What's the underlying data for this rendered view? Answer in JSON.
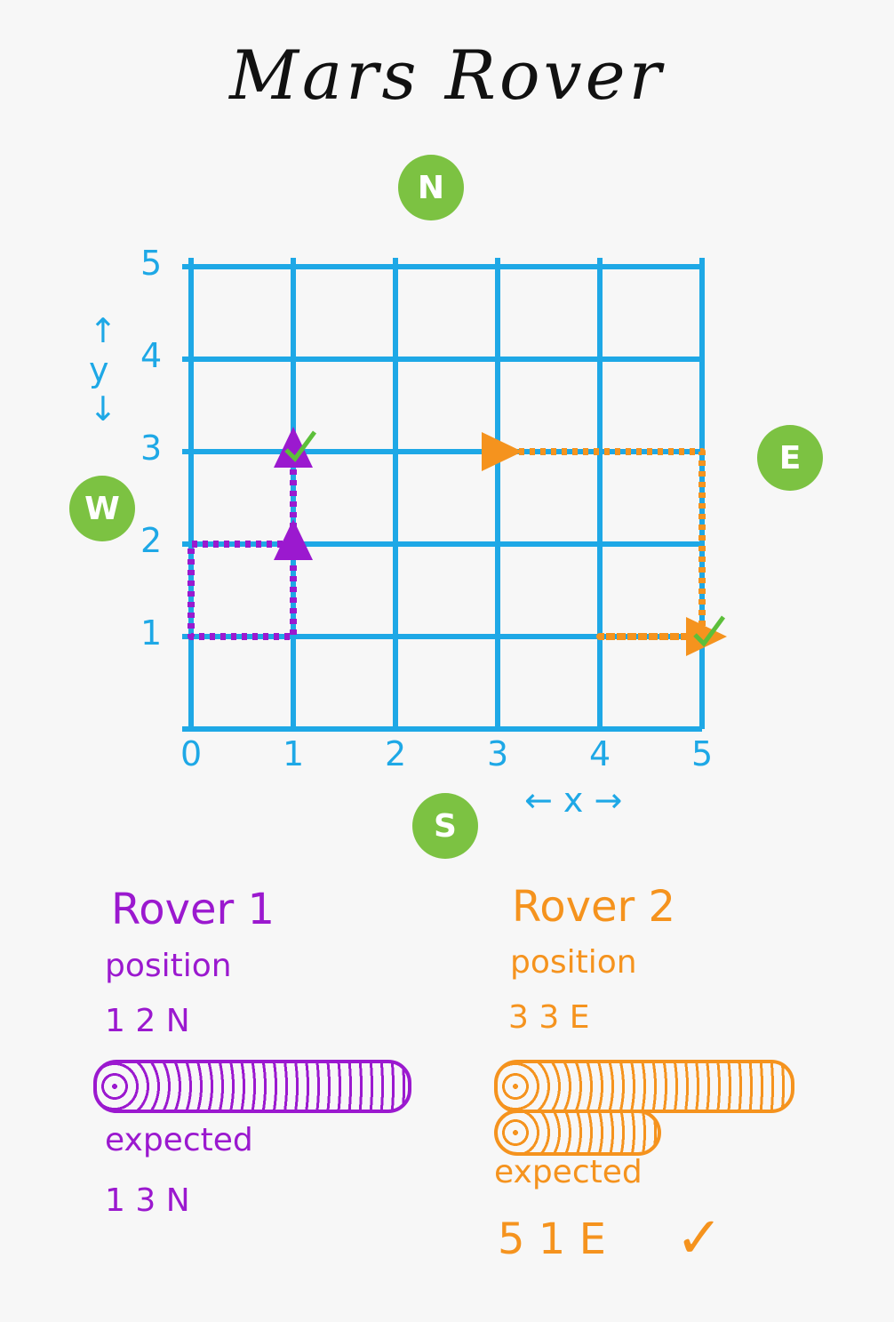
{
  "title": "Mars Rover",
  "compass": {
    "north": "N",
    "south": "S",
    "east": "E",
    "west": "W"
  },
  "axes": {
    "y_label": "y",
    "x_label": "x",
    "x_ticks": [
      "0",
      "1",
      "2",
      "3",
      "4",
      "5"
    ],
    "y_ticks": [
      "1",
      "2",
      "3",
      "4",
      "5"
    ]
  },
  "grid": {
    "min": 0,
    "max": 5
  },
  "rovers": [
    {
      "name": "Rover 1",
      "position_label": "position",
      "position": "1 2 N",
      "expected_label": "expected",
      "expected": "1 3 N",
      "color": "#9b19cf",
      "start": {
        "x": 1,
        "y": 2,
        "heading": "N"
      },
      "end": {
        "x": 1,
        "y": 3,
        "heading": "N"
      },
      "path": [
        [
          1,
          2
        ],
        [
          0,
          2
        ],
        [
          0,
          1
        ],
        [
          1,
          1
        ],
        [
          1,
          2
        ],
        [
          1,
          3
        ]
      ]
    },
    {
      "name": "Rover 2",
      "position_label": "position",
      "position": "3 3 E",
      "expected_label": "expected",
      "expected": "5 1 E",
      "color": "#f5931e",
      "start": {
        "x": 3,
        "y": 3,
        "heading": "E"
      },
      "end": {
        "x": 5,
        "y": 1,
        "heading": "E"
      },
      "path": [
        [
          3,
          3
        ],
        [
          5,
          3
        ],
        [
          5,
          1
        ],
        [
          4,
          1
        ],
        [
          5,
          1
        ]
      ]
    }
  ],
  "colors": {
    "grid": "#1ea8e6",
    "compass": "#7cc242",
    "checkmark": "#5cbf3a"
  }
}
